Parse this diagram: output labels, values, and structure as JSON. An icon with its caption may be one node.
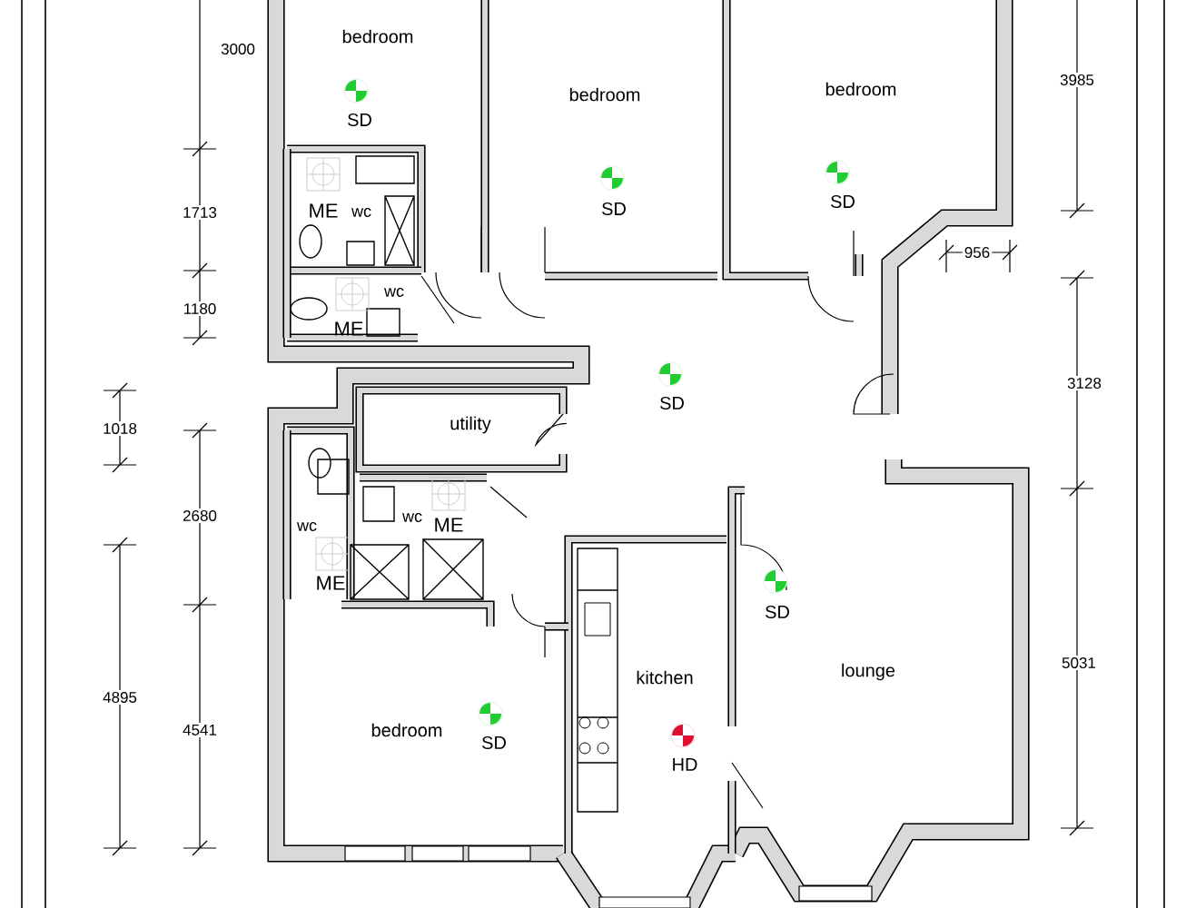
{
  "diagram": {
    "labels": [
      "3000",
      "bedroom",
      "bedroom",
      "bedroom",
      "3985",
      "SD",
      "SD",
      "SD",
      "1713",
      "ME",
      "wc",
      "956",
      "wc",
      "1180",
      "ME",
      "SD",
      "3128",
      "1018",
      "utility",
      "2680",
      "wc",
      "wc",
      "ME",
      "ME",
      "SD",
      "kitchen",
      "lounge",
      "5031",
      "4895",
      "4541",
      "bedroom",
      "SD",
      "HD"
    ]
  }
}
